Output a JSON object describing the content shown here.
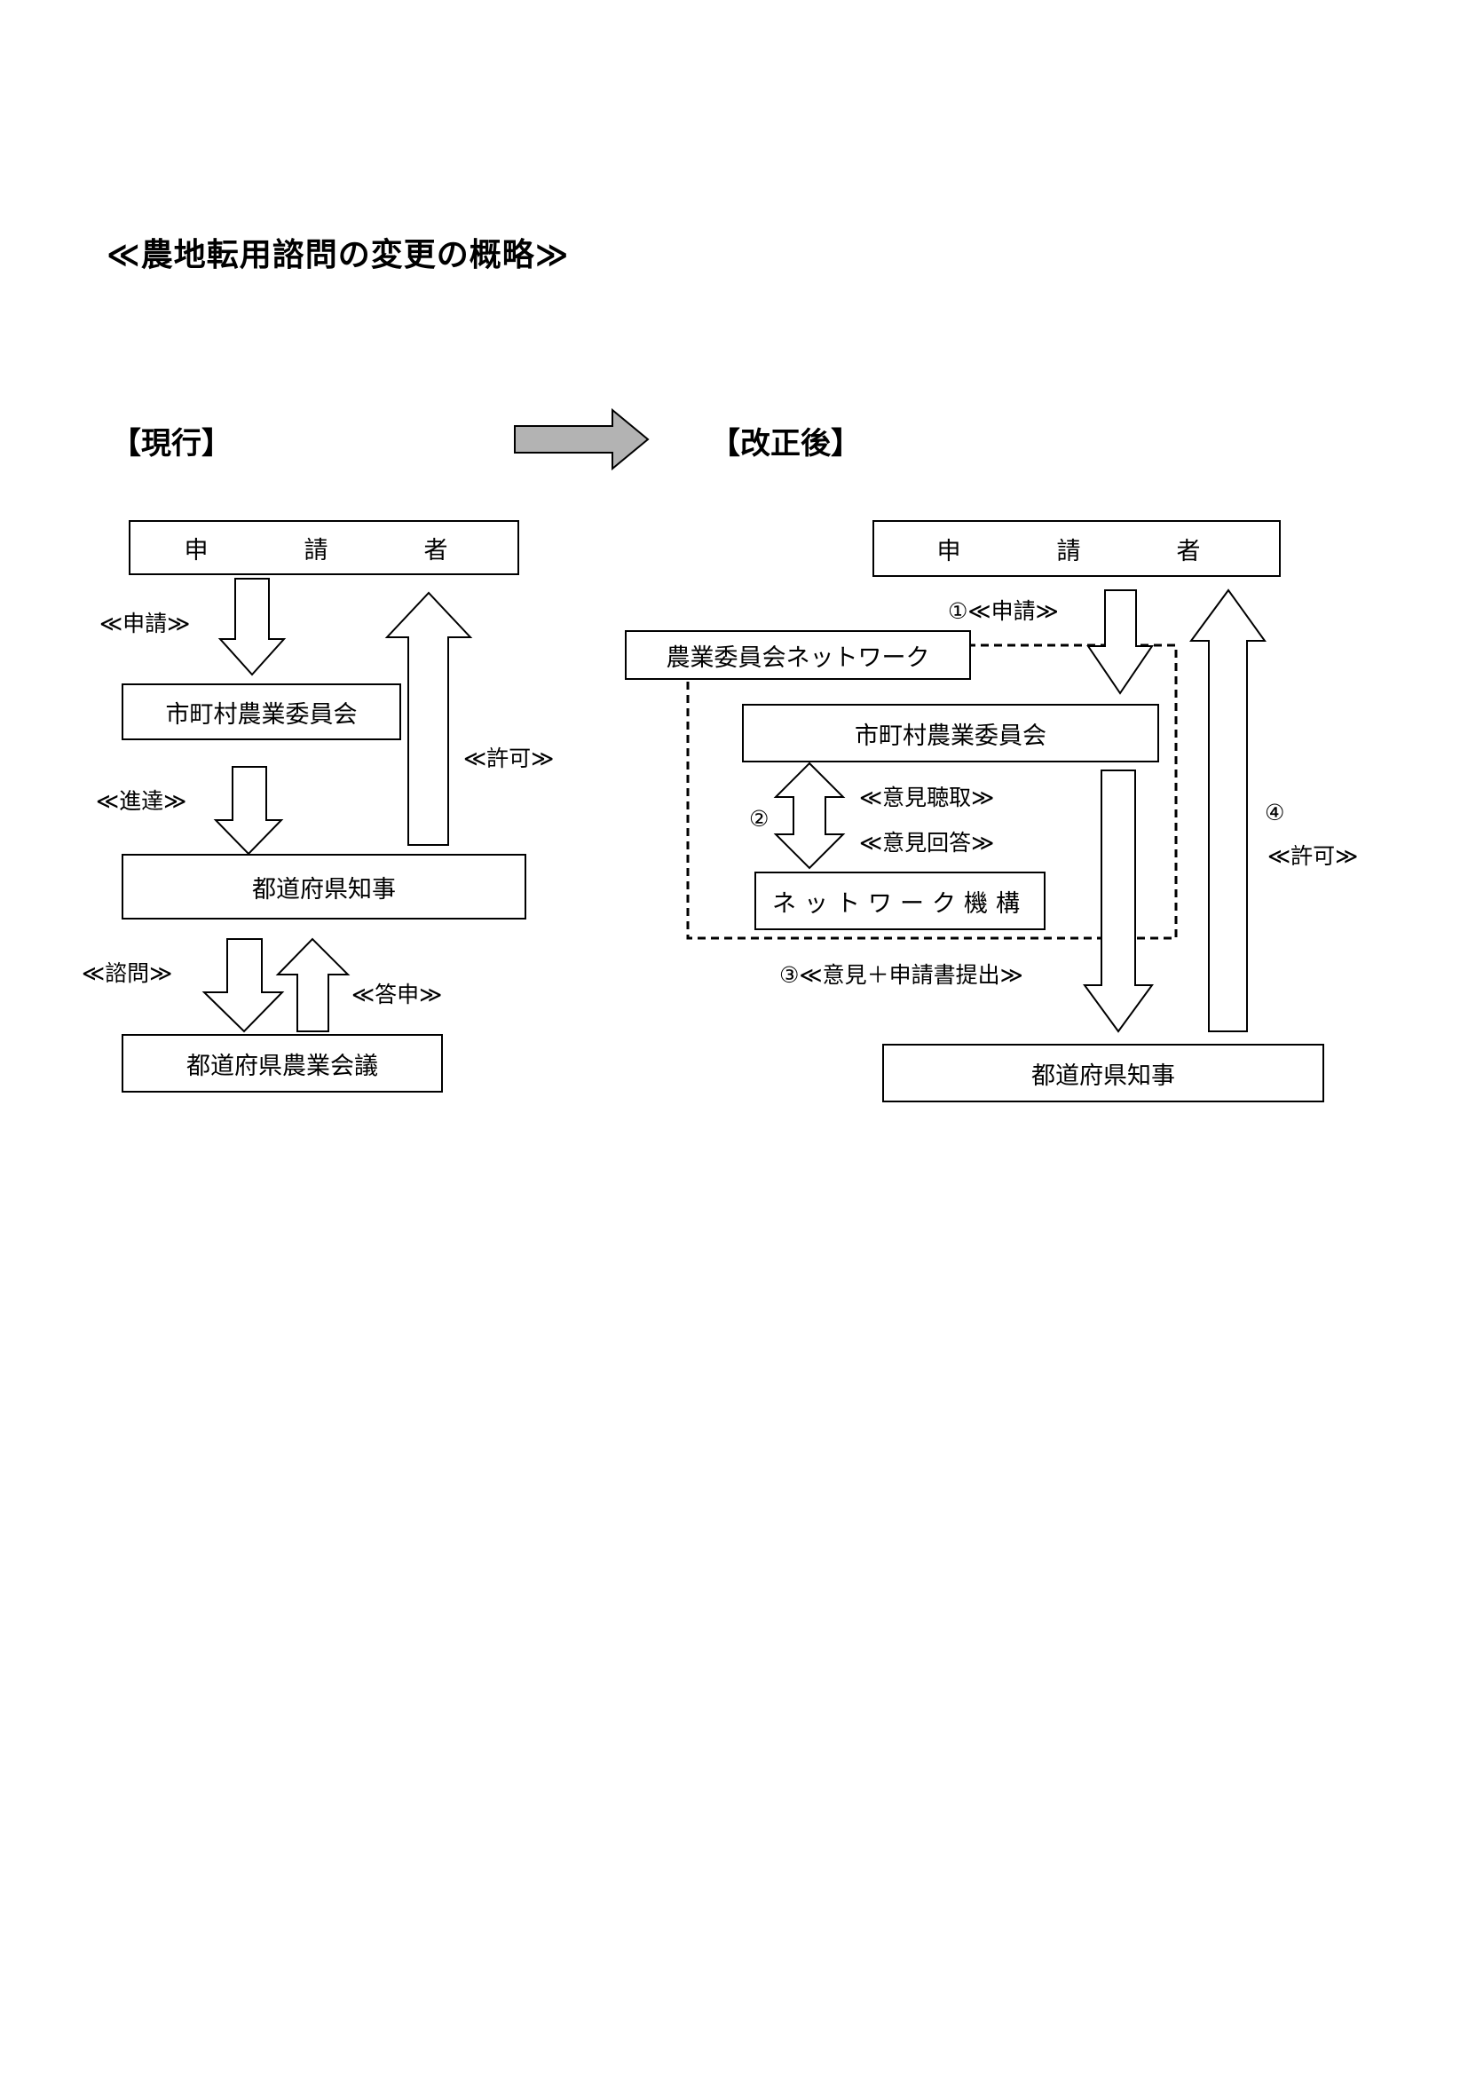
{
  "title": "≪農地転用諮問の変更の概略≫",
  "current": {
    "heading": "【現行】",
    "applicant": "申　　請　　者",
    "municipal_committee": "市町村農業委員会",
    "governor": "都道府県知事",
    "prefectural_council": "都道府県農業会議",
    "label_apply": "≪申請≫",
    "label_forward": "≪進達≫",
    "label_permit": "≪許可≫",
    "label_consult": "≪諮問≫",
    "label_report": "≪答申≫"
  },
  "revised": {
    "heading": "【改正後】",
    "applicant": "申　　請　　者",
    "network_name": "農業委員会ネットワーク",
    "municipal_committee": "市町村農業委員会",
    "network_org": "ネットワーク機構",
    "governor": "都道府県知事",
    "label_apply": "①≪申請≫",
    "label_num2": "②",
    "label_hearing": "≪意見聴取≫",
    "label_answer": "≪意見回答≫",
    "label_submit": "③≪意見＋申請書提出≫",
    "label_num4": "④",
    "label_permit": "≪許可≫"
  },
  "colors": {
    "transition_arrow_fill": "#b3b3b3",
    "stroke": "#000000"
  }
}
